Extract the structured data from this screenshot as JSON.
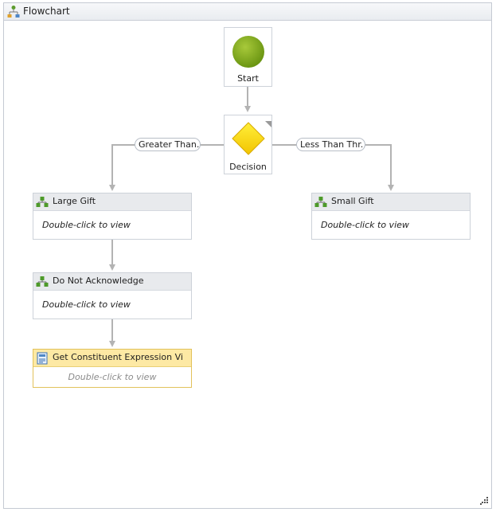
{
  "header": {
    "title": "Flowchart",
    "icon": "flowchart-icon"
  },
  "start": {
    "label": "Start",
    "color": "#7fa51a"
  },
  "decision": {
    "label": "Decision",
    "color": "#f7d600"
  },
  "branches": {
    "true_label": "Greater Than...",
    "false_label": "Less Than Thr..."
  },
  "activities": [
    {
      "title": "Large Gift",
      "body": "Double-click to view",
      "icon": "sequence-icon"
    },
    {
      "title": "Small Gift",
      "body": "Double-click to view",
      "icon": "sequence-icon"
    },
    {
      "title": "Do Not Acknowledge",
      "body": "Double-click to view",
      "icon": "sequence-icon"
    },
    {
      "title": "Get Constituent Expression Vi",
      "body": "Double-click to view",
      "icon": "expression-icon",
      "selected": true
    }
  ],
  "colors": {
    "connector": "#b3b3b3",
    "selection": "#fde9a4"
  }
}
